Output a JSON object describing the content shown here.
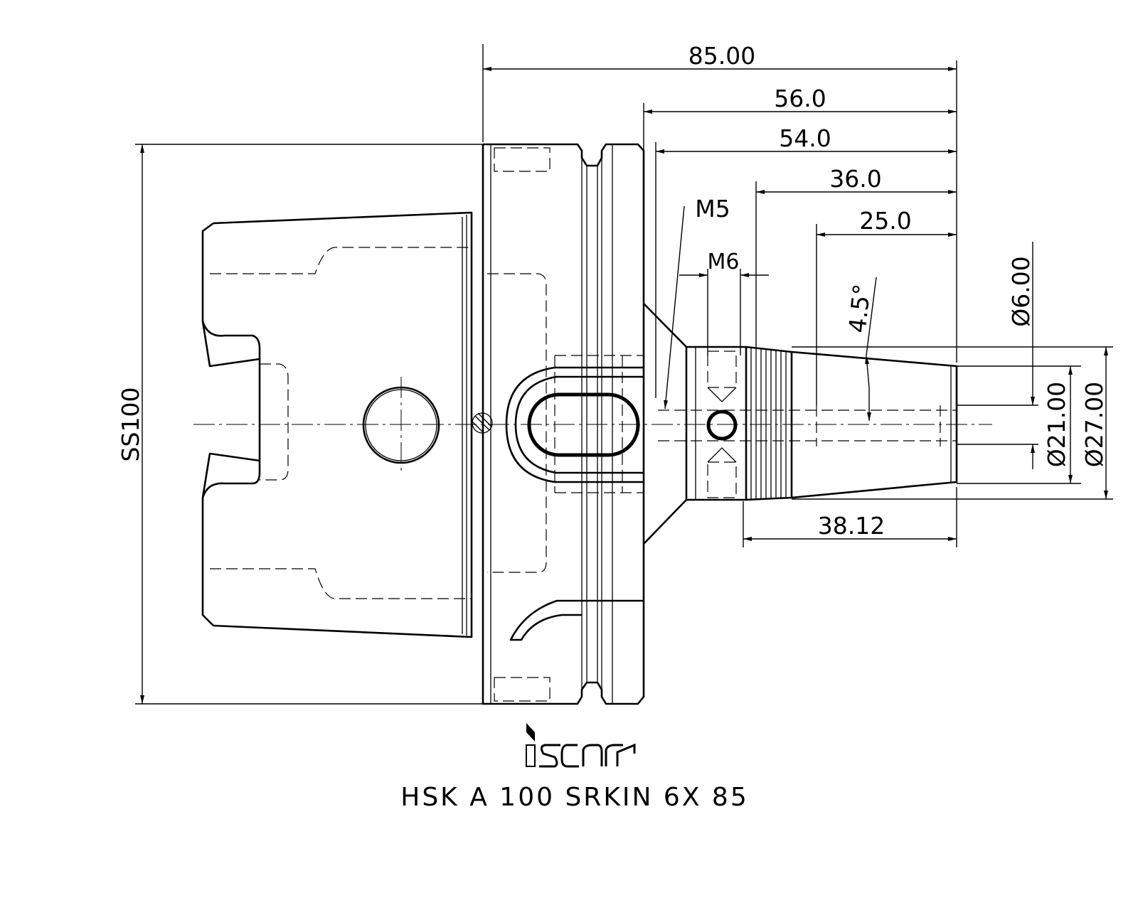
{
  "dimensions": {
    "overall_length": "85.00",
    "length_56": "56.0",
    "length_54": "54.0",
    "length_36": "36.0",
    "length_25": "25.0",
    "thread_length": "38.12",
    "flange": "SS100",
    "bore_diameter": "Ø6.00",
    "nose_diameter": "Ø21.00",
    "body_diameter": "Ø27.00",
    "taper_angle": "4.5°",
    "thread_m5": "M5",
    "thread_m6": "M6"
  },
  "logo_text": "iscar",
  "part_name": "HSK A 100 SRKIN 6X 85"
}
